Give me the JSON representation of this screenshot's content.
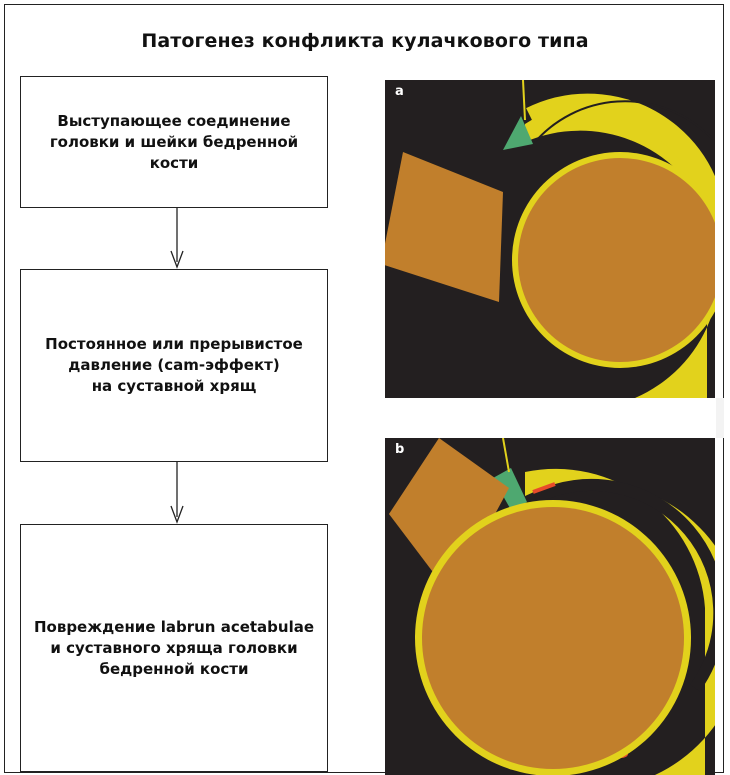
{
  "title": "Патогенез конфликта кулачкового типа",
  "flow": {
    "step1": "Выступающее соединение\nголовки и шейки бедренной\nкости",
    "step2": "Постоянное или прерывистое\nдавление (cam-эффект)\nна суставной хрящ",
    "step3": "Повреждение labrun acetabulae\nи суставного хряща головки\nбедренной кости"
  },
  "panels": {
    "a": {
      "label": "a"
    },
    "b": {
      "label": "b"
    }
  },
  "colors": {
    "background": "#231f20",
    "femoral_head": "#c17f2c",
    "cartilage": "#e2d21c",
    "labrum": "#4ea870",
    "damage": "#e84b2a"
  }
}
